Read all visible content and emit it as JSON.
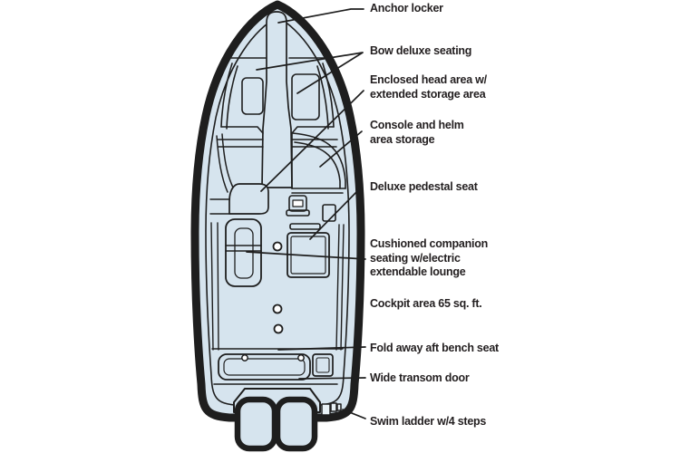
{
  "figure": {
    "type": "boat-deck-plan-diagram",
    "colors": {
      "background": "#ffffff",
      "hull_fill": "#d6e4ee",
      "outline": "#1e1e1e",
      "text": "#231f20",
      "detail_fill": "#ffffff"
    }
  },
  "callouts": {
    "anchor_locker": {
      "l1": "Anchor locker"
    },
    "bow_deluxe_seating": {
      "l1": "Bow deluxe seating"
    },
    "enclosed_head": {
      "l1": "Enclosed head area w/",
      "l2": "extended storage area"
    },
    "console_helm": {
      "l1": "Console and helm",
      "l2": "area storage"
    },
    "pedestal_seat": {
      "l1": "Deluxe pedestal seat"
    },
    "companion_seating": {
      "l1": "Cushioned companion",
      "l2": "seating w/electric",
      "l3": "extendable lounge"
    },
    "cockpit_area": {
      "l1": "Cockpit area 65 sq. ft."
    },
    "aft_bench": {
      "l1": "Fold away aft bench seat"
    },
    "transom_door": {
      "l1": "Wide transom door"
    },
    "swim_ladder": {
      "l1": "Swim ladder w/4 steps"
    }
  }
}
